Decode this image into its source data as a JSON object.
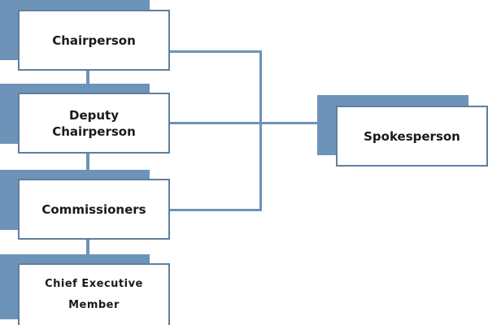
{
  "colors": {
    "box_border": "#5f7f9f",
    "shadow": "#6e93b8",
    "connector": "#6e93b8",
    "text": "#1a1a1a",
    "background": "#ffffff"
  },
  "nodes": {
    "chairperson": {
      "label": "Chairperson"
    },
    "deputy": {
      "line1": "Deputy",
      "line2": "Chairperson"
    },
    "commissioners": {
      "label": "Commissioners"
    },
    "chief": {
      "line1": "Chief Executive",
      "line2": "Member"
    },
    "spokesperson": {
      "label": "Spokesperson"
    }
  }
}
